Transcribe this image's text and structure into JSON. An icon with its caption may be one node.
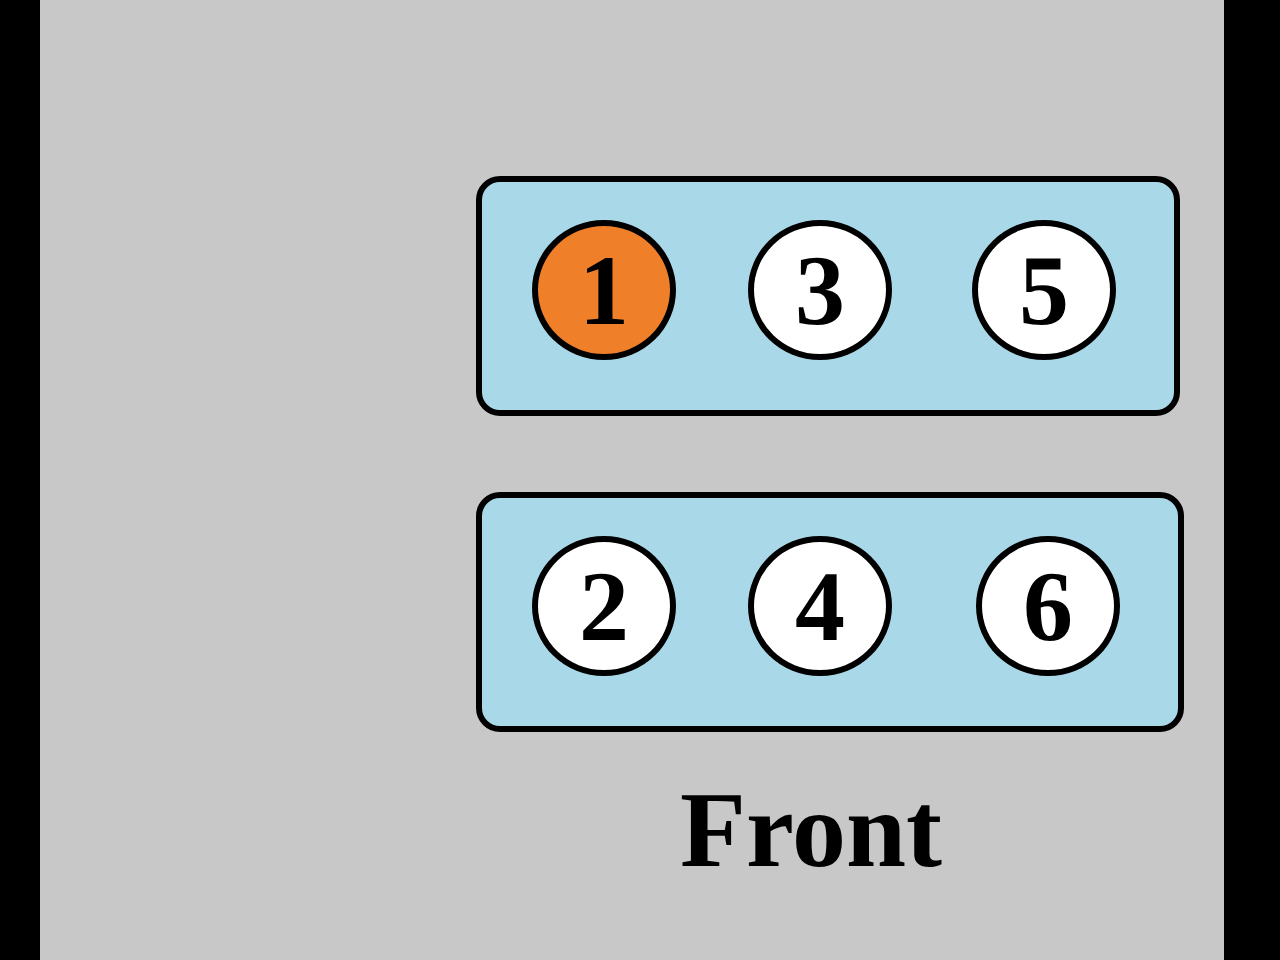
{
  "diagram": {
    "nodes": [
      {
        "text": [],
        "shape": "box"
      },
      {
        "text": [
          "1"
        ],
        "in": 0
      },
      {
        "text": [
          "3"
        ],
        "in": 0
      },
      {
        "text": [
          "5"
        ],
        "in": 0
      },
      {
        "text": [],
        "shape": "box"
      },
      {
        "text": [
          "2"
        ],
        "in": 4
      },
      {
        "text": [
          "4"
        ],
        "in": 4
      },
      {
        "text": [
          "6"
        ],
        "in": 4
      }
    ],
    "labels": [
      "Front"
    ]
  }
}
